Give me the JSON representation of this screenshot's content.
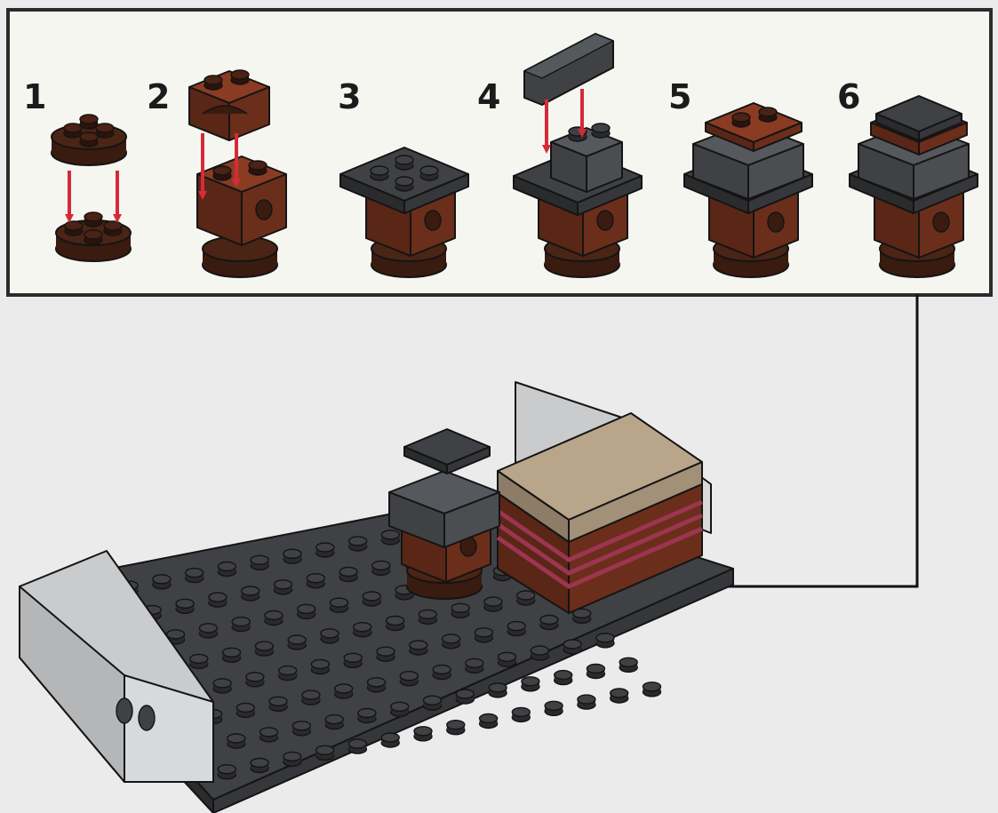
{
  "steps": [
    {
      "label": "1"
    },
    {
      "label": "2"
    },
    {
      "label": "3"
    },
    {
      "label": "4"
    },
    {
      "label": "5"
    },
    {
      "label": "6"
    }
  ],
  "colors": {
    "panel_bg": "#f6f6f1",
    "page_bg": "#ebebeb",
    "reddish_brown": "#6b2e1b",
    "reddish_brown_dark": "#3a1b10",
    "dark_gray": "#3f4144",
    "light_gray": "#c9cbcd",
    "tan": "#b9a58a",
    "magenta_stripe": "#9c3550",
    "arrow_red": "#d52b37",
    "callout_line": "#111111"
  },
  "icons": [
    "assembly-arrow-icon",
    "callout-arrow-icon"
  ]
}
